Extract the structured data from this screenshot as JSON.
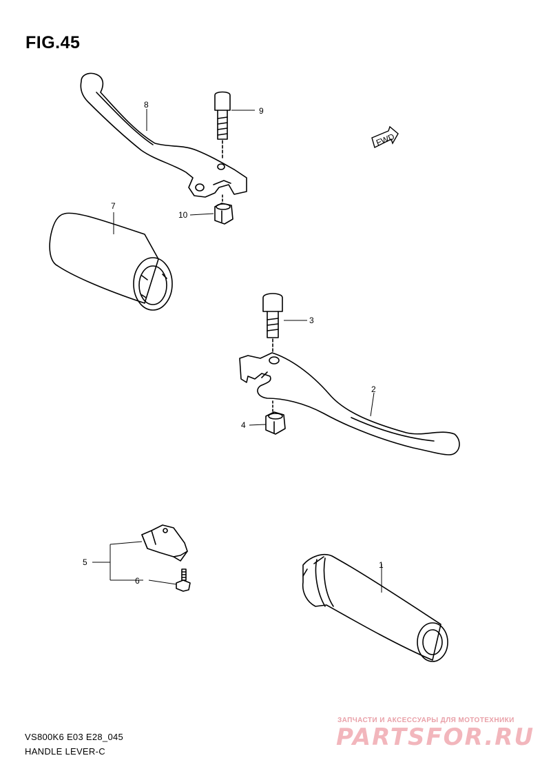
{
  "figure": {
    "title": "FIG.45",
    "model_code": "VS800K6 E03 E28_045",
    "name": "HANDLE LEVER-C",
    "fwd_label": "FWD"
  },
  "callouts": {
    "c1": "1",
    "c2": "2",
    "c3": "3",
    "c4": "4",
    "c5": "5",
    "c6": "6",
    "c7": "7",
    "c8": "8",
    "c9": "9",
    "c10": "10"
  },
  "watermark": {
    "tagline": "ЗАПЧАСТИ И АКСЕССУАРЫ ДЛЯ МОТОТЕХНИКИ",
    "brand": "PARTSFOR.RU"
  }
}
